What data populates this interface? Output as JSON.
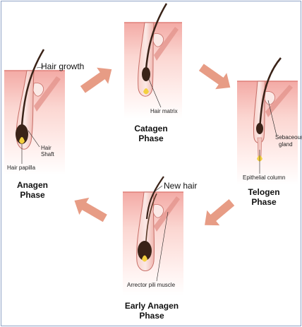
{
  "phases": {
    "anagen": {
      "title_line1": "Anagen",
      "title_line2": "Phase",
      "labels": {
        "hair_growth": "Hair growth",
        "hair_shaft_line1": "Hair",
        "hair_shaft_line2": "Shaft",
        "hair_papilla": "Hair papilla"
      }
    },
    "catagen": {
      "title_line1": "Catagen",
      "title_line2": "Phase",
      "labels": {
        "hair_matrix": "Hair matrix"
      }
    },
    "telogen": {
      "title_line1": "Telogen",
      "title_line2": "Phase",
      "labels": {
        "sebaceous_line1": "Sebaceous",
        "sebaceous_line2": "gland",
        "epithelial_column": "Epithelial column"
      }
    },
    "early_anagen": {
      "title_line1": "Early Anagen",
      "title_line2": "Phase",
      "labels": {
        "new_hair": "New hair",
        "arrector_pili": "Arrector pili muscle"
      }
    }
  },
  "colors": {
    "skin_top": "#f5b8b3",
    "skin_mid": "#fde4e0",
    "skin_bottom": "#ffffff",
    "arrow": "#e79c85",
    "hair_bulb": "#3a2318",
    "papilla": "#f4d03f",
    "frame_border": "#8ea2c6"
  }
}
